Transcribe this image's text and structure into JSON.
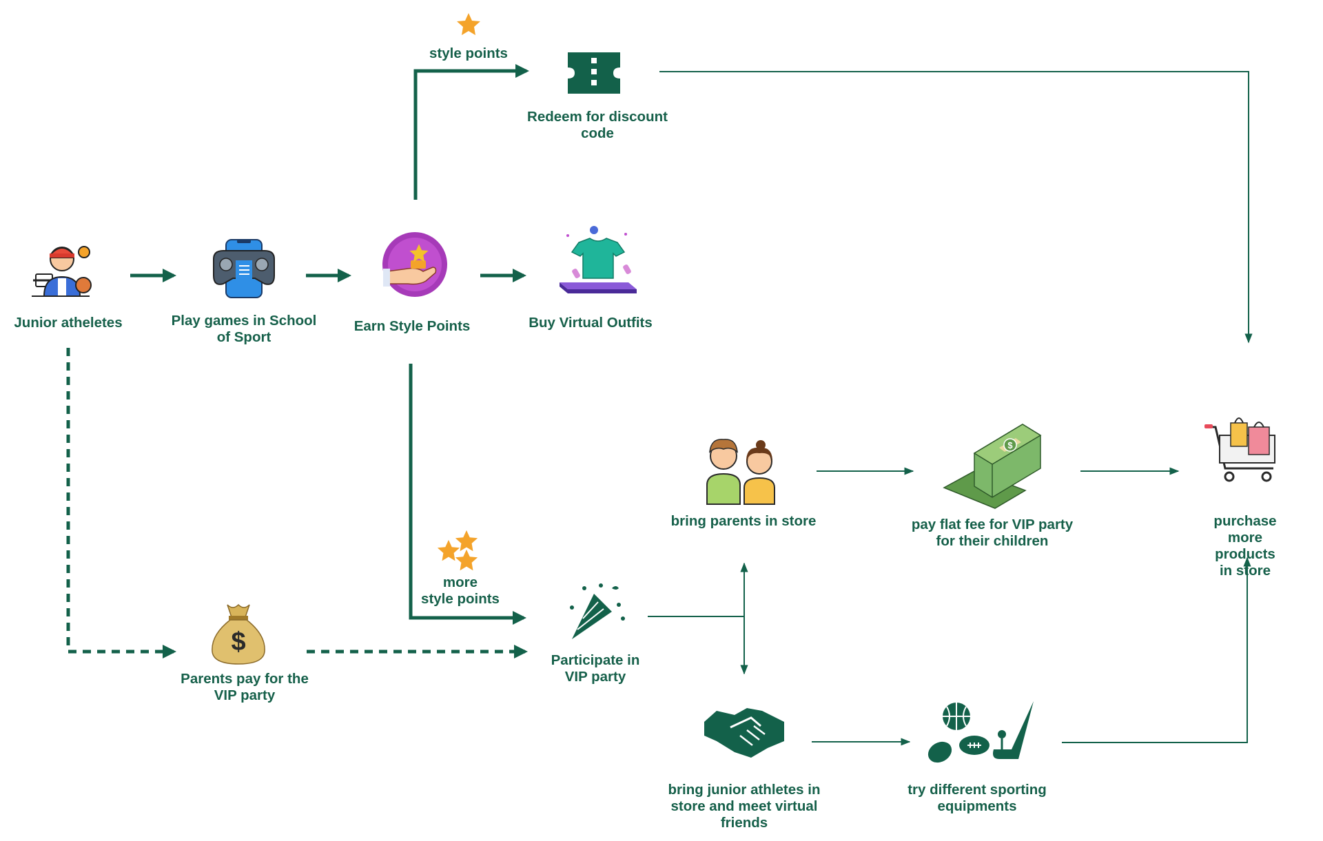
{
  "colors": {
    "primary": "#13614a",
    "star": "#f4a32a",
    "background": "#ffffff"
  },
  "nodes": {
    "junior_athletes": {
      "label": "Junior atheletes",
      "icon": "athlete-icon"
    },
    "play_games": {
      "label": "Play games in School\nof Sport",
      "icon": "game-controller-phone-icon"
    },
    "earn_style_points": {
      "label": "Earn Style Points",
      "icon": "hand-star-badge-icon"
    },
    "buy_virtual_outfits": {
      "label": "Buy Virtual Outfits",
      "icon": "virtual-tshirt-icon"
    },
    "redeem_discount": {
      "label": "Redeem for discount\ncode",
      "icon": "ticket-icon"
    },
    "parents_pay": {
      "label": "Parents pay for the\nVIP party",
      "icon": "money-bag-icon"
    },
    "participate_vip": {
      "label": "Participate in\nVIP party",
      "icon": "party-popper-icon"
    },
    "bring_parents": {
      "label": "bring parents in store",
      "icon": "parents-couple-icon"
    },
    "pay_flat_fee": {
      "label": "pay flat fee for VIP party\nfor their children",
      "icon": "cash-stack-icon"
    },
    "purchase_more": {
      "label": "purchase more products\nin store",
      "icon": "shopping-cart-icon"
    },
    "bring_junior": {
      "label": "bring junior athletes in\nstore and meet virtual\nfriends",
      "icon": "handshake-icon"
    },
    "try_equipment": {
      "label": "try different sporting\nequipments",
      "icon": "sports-equipment-icon"
    }
  },
  "edge_labels": {
    "style_points": "style points",
    "more_style_points": "more\nstyle points"
  }
}
